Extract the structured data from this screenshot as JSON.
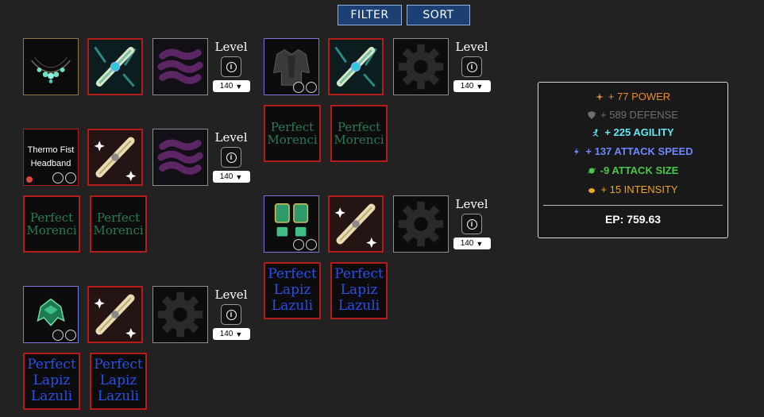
{
  "toolbar": {
    "filter_label": "FILTER",
    "sort_label": "SORT"
  },
  "level": {
    "label": "Level",
    "value": "140"
  },
  "items": {
    "headband_name": "Thermo Fist Headband"
  },
  "gems": {
    "morenci": "Perfect Morenci",
    "lapiz": "Perfect Lapiz Lazuli"
  },
  "stats": [
    {
      "text": "+ 77 POWER",
      "color": "#e98a2a",
      "icon": "star-icon",
      "bold": false
    },
    {
      "text": "+ 589 DEFENSE",
      "color": "#6e6e6e",
      "icon": "shield-icon",
      "bold": false
    },
    {
      "text": "+ 225 AGILITY",
      "color": "#63e7f0",
      "icon": "runner-icon",
      "bold": true
    },
    {
      "text": "+ 137 ATTACK SPEED",
      "color": "#6e86ff",
      "icon": "speed-icon",
      "bold": true
    },
    {
      "text": "-9 ATTACK SIZE",
      "color": "#4ac84a",
      "icon": "orb-icon",
      "bold": true
    },
    {
      "text": "+ 15 INTENSITY",
      "color": "#e9a62a",
      "icon": "flame-icon",
      "bold": false
    }
  ],
  "ep": {
    "text": "EP: 759.63"
  }
}
